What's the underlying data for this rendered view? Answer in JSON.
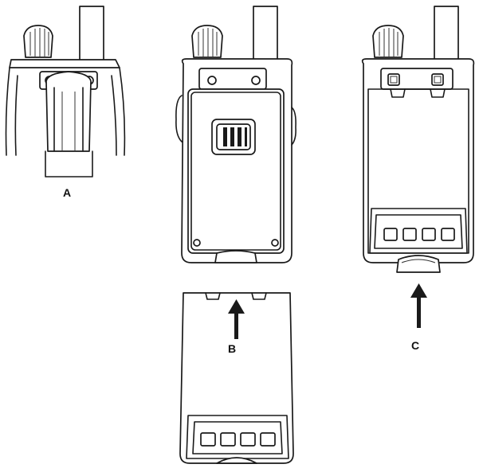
{
  "labels": {
    "a": "A",
    "b": "B",
    "c": "C"
  },
  "colors": {
    "line": "#1a1a1a",
    "background": "#ffffff"
  }
}
